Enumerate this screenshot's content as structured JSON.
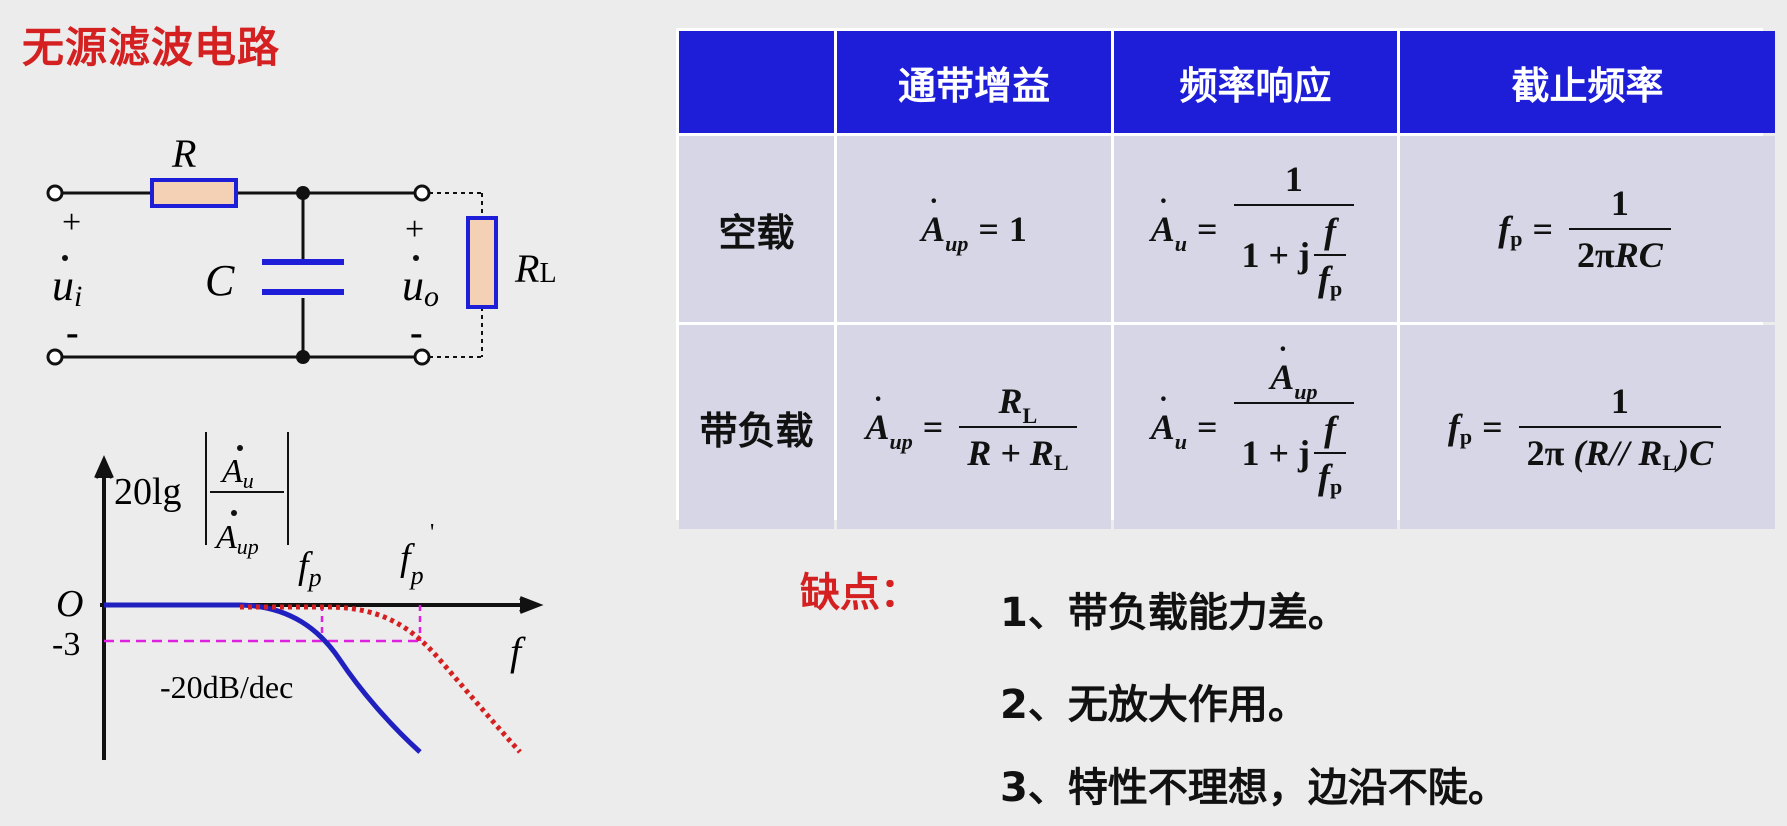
{
  "title": "无源滤波电路",
  "circuit": {
    "R": "R",
    "C": "C",
    "RL": "RL",
    "ui": "u",
    "ui_sub": "i",
    "uo": "u",
    "uo_sub": "o",
    "plus": "+",
    "minus": "-"
  },
  "bode": {
    "ylabel_prefix": "20lg",
    "A_num": "A",
    "A_num_sub": "u",
    "A_den": "A",
    "A_den_sub": "up",
    "origin": "O",
    "minus3": "-3",
    "fp": "f",
    "fp_sub": "p",
    "fp2": "f",
    "fp2_sub": "p",
    "f_axis": "f",
    "slope": "-20dB/dec"
  },
  "table": {
    "headers": [
      "",
      "通带增益",
      "频率响应",
      "截止频率"
    ],
    "rows": [
      {
        "label": "空载"
      },
      {
        "label": "带负载"
      }
    ]
  },
  "formulas": {
    "one": "1",
    "two_pi": "2π",
    "RC": "RC",
    "R": "R",
    "RL": "R",
    "L": "L",
    "j": "j",
    "f": "f",
    "fp": "f",
    "p": "p",
    "Aup": "A",
    "up": "up",
    "Au": "A",
    "u": "u",
    "plus": "+",
    "eq": "=",
    "one_plus_j": "1 + j",
    "R_plus": "R + R",
    "par_open": "(R// R",
    "par_close": ")C"
  },
  "disadvantages": {
    "label": "缺点：",
    "items": [
      "1、带负载能力差。",
      "2、无放大作用。",
      "3、特性不理想，边沿不陡。"
    ]
  }
}
